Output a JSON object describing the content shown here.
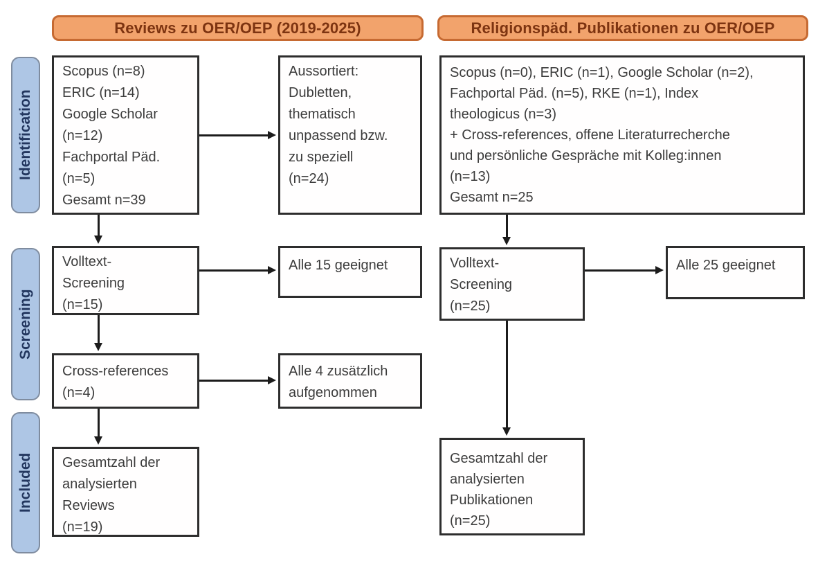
{
  "headers": {
    "left": "Reviews zu OER/OEP (2019-2025)",
    "right": "Religionspäd. Publikationen zu OER/OEP"
  },
  "stage_labels": {
    "identification": "Identification",
    "screening": "Screening",
    "included": "Included"
  },
  "reviews_flow": {
    "sources": [
      "Scopus (n=8)",
      "ERIC (n=14)",
      "Google Scholar",
      "(n=12)",
      "Fachportal Päd.",
      "(n=5)",
      "Gesamt n=39"
    ],
    "excluded": [
      "Aussortiert:",
      "Dubletten,",
      "thematisch",
      "unpassend bzw.",
      "zu speziell",
      "(n=24)"
    ],
    "fulltext_screening": [
      "Volltext-",
      "Screening",
      "(n=15)"
    ],
    "fulltext_result": "Alle 15 geeignet",
    "crossref": [
      "Cross-references",
      "(n=4)"
    ],
    "crossref_result": [
      "Alle 4 zusätzlich",
      "aufgenommen"
    ],
    "included_total": [
      "Gesamtzahl der",
      "analysierten",
      "Reviews",
      "(n=19)"
    ]
  },
  "publications_flow": {
    "sources": [
      "Scopus (n=0), ERIC (n=1), Google Scholar (n=2),",
      "Fachportal Päd. (n=5), RKE (n=1), Index",
      "theologicus (n=3)",
      "+ Cross-references, offene Literaturrecherche",
      "und persönliche Gespräche mit Kolleg:innen",
      "(n=13)",
      "Gesamt n=25"
    ],
    "fulltext_screening": [
      "Volltext-",
      "Screening",
      "(n=25)"
    ],
    "fulltext_result": "Alle 25 geeignet",
    "included_total": [
      "Gesamtzahl der",
      "analysierten",
      "Publikationen",
      "(n=25)"
    ]
  },
  "colors": {
    "header_fill": "#f2a36c",
    "header_border": "#c66a32",
    "header_text": "#7d3411",
    "stage_fill": "#aec6e5",
    "stage_border": "#7f8c9f",
    "stage_text": "#23375f",
    "box_border": "#2d2d2d",
    "box_text": "#3c3c3c",
    "arrow": "#1c1c1c"
  }
}
